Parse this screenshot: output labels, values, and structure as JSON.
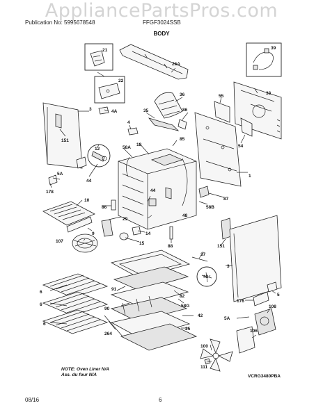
{
  "header": {
    "watermark": "AppliancePartsPros.com",
    "publication": "Publication No: 5995678548",
    "model": "FFGF3024SSB",
    "section_title": "BODY"
  },
  "footer": {
    "date": "08/16",
    "page": "6"
  },
  "notes": {
    "line1": "NOTE: Oven Liner N/A",
    "line2": "Ass. du four N/A"
  },
  "diagram_code": "VCRG3480PBA",
  "callouts": {
    "c21": "21",
    "c22": "22",
    "c26a": "26A",
    "c39": "39",
    "c33": "33",
    "c36": "36",
    "c35": "35",
    "c86a": "86",
    "c4a": "4A",
    "c4": "4",
    "c55": "55",
    "c54": "54",
    "c3a": "3",
    "c151a": "151",
    "c85": "85",
    "c18": "18",
    "c58a": "58A",
    "c12": "12",
    "c44a": "44",
    "c44b": "44",
    "c5a": "5A",
    "c178": "178",
    "c1": "1",
    "c87": "87",
    "c58b": "58B",
    "c10": "10",
    "c86b": "86",
    "c29": "29",
    "c9": "9",
    "c14": "14",
    "c15": "15",
    "c107": "107",
    "c88": "88",
    "c151b": "151",
    "c37": "37",
    "c3b": "3",
    "c43": "43",
    "c5b": "5",
    "c176": "176",
    "c5a2": "5A",
    "c108": "108",
    "c6a": "6",
    "c6b": "6",
    "c6c": "6",
    "c91": "91",
    "c82": "82",
    "c58g": "58G",
    "c90": "90",
    "c42": "42",
    "c264": "264",
    "c25": "25",
    "c100": "100",
    "c106": "106",
    "c111": "111",
    "c48": "48"
  }
}
